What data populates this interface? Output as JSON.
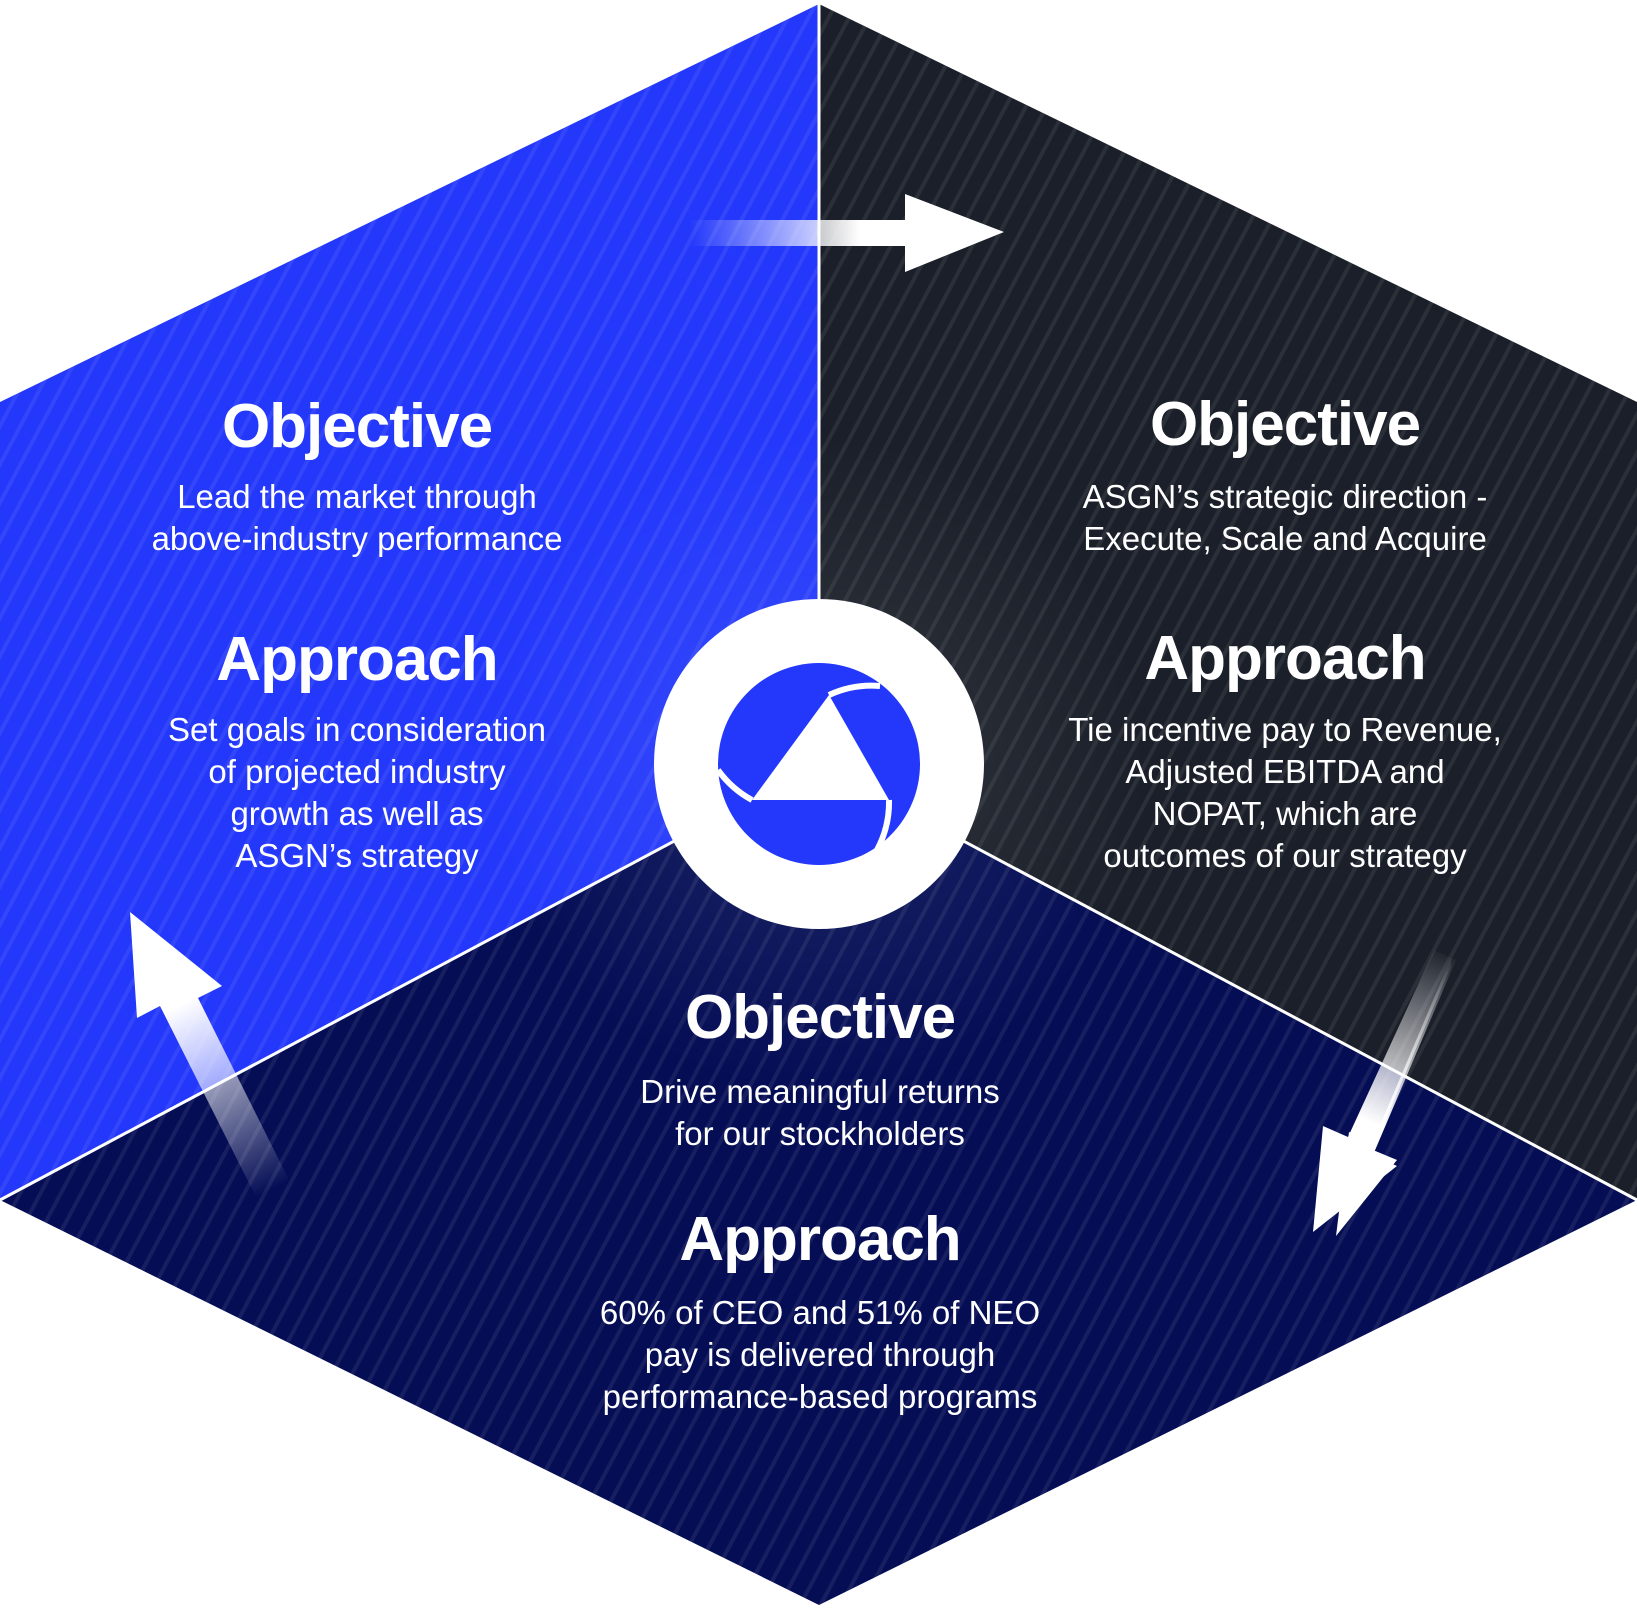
{
  "colors": {
    "left_panel": "#2338FB",
    "right_panel": "#1A1F29",
    "bottom_panel": "#050E55",
    "divider": "#FFFFFF",
    "logo": "#2338FB",
    "text": "#FFFFFF"
  },
  "panels": {
    "left": {
      "objective_heading": "Objective",
      "objective_text": "Lead the market through\nabove-industry performance",
      "approach_heading": "Approach",
      "approach_text": "Set goals in consideration\nof projected industry\ngrowth as well as\nASGN’s strategy"
    },
    "right": {
      "objective_heading": "Objective",
      "objective_text": "ASGN’s strategic direction -\nExecute, Scale and Acquire",
      "approach_heading": "Approach",
      "approach_text": "Tie incentive pay to Revenue,\nAdjusted EBITDA and\nNOPAT, which are\noutcomes of our strategy"
    },
    "bottom": {
      "objective_heading": "Objective",
      "objective_text": "Drive meaningful returns\nfor our stockholders",
      "approach_heading": "Approach",
      "approach_text": "60% of CEO and 51% of NEO\npay is delivered through\nperformance-based programs"
    }
  },
  "icons": {
    "center_logo": "asgn-logo-icon",
    "arrow_top": "arrow-right-icon",
    "arrow_right": "arrow-down-left-icon",
    "arrow_left": "arrow-up-left-icon"
  }
}
